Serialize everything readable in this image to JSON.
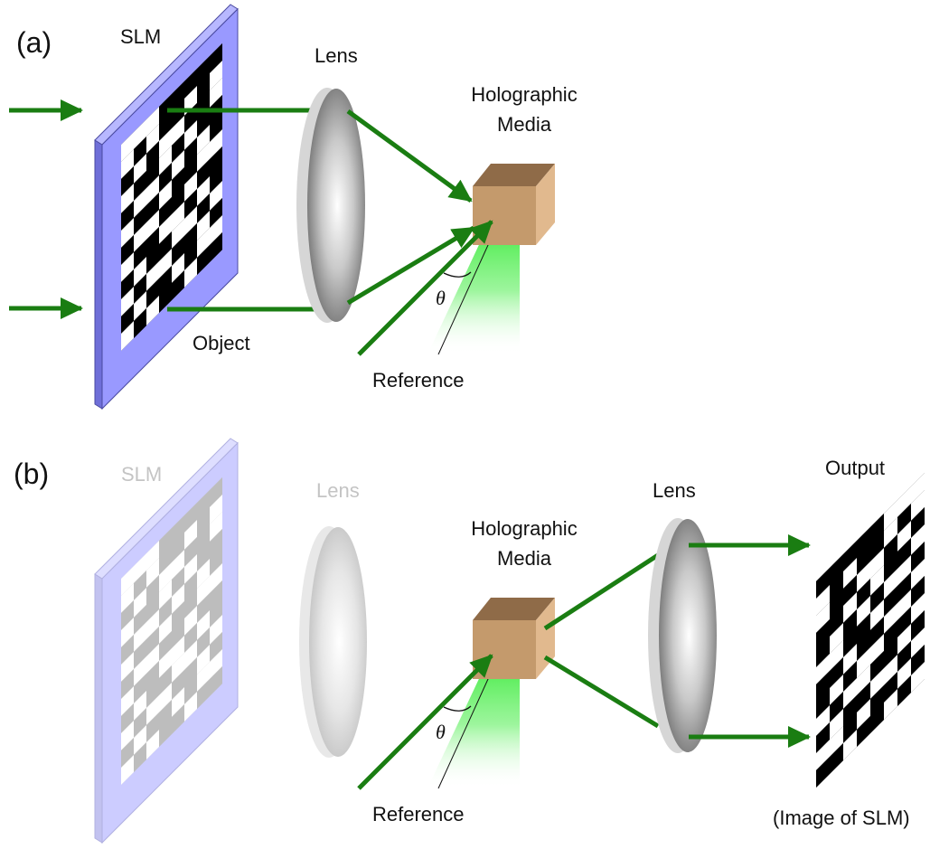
{
  "panel_a": {
    "letter": "(a)",
    "slm_label": "SLM",
    "lens_label": "Lens",
    "media_label_line1": "Holographic",
    "media_label_line2": "Media",
    "object_label": "Object",
    "reference_label": "Reference",
    "angle_label": "θ"
  },
  "panel_b": {
    "letter": "(b)",
    "slm_label": "SLM",
    "lens1_label": "Lens",
    "media_label_line1": "Holographic",
    "media_label_line2": "Media",
    "lens2_label": "Lens",
    "output_label": "Output",
    "reference_label": "Reference",
    "angle_label": "θ",
    "image_caption": "(Image of SLM)"
  },
  "colors": {
    "beam": "#1a7d12",
    "slm_frame": "#9999ff",
    "slm_frame_faded": "#ccccff",
    "media_box": "#c49a6c",
    "reference_beam": "#33ee33",
    "faded_label": "#c4c4c4"
  },
  "slm_pattern": [
    "00011111",
    "01011010",
    "10100110",
    "01101011",
    "10010101",
    "01101100",
    "10011011",
    "01100101",
    "10110010",
    "01001101",
    "10110100",
    "01011011"
  ]
}
